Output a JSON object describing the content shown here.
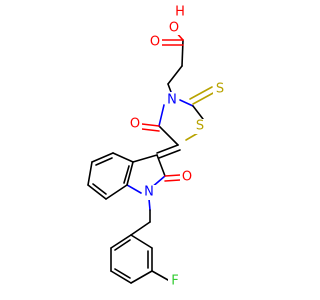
{
  "molecule": {
    "atoms": [
      {
        "symbol": "O",
        "color": "#ff0000"
      },
      {
        "symbol": "H",
        "color": "#ff0000"
      },
      {
        "symbol": "O",
        "color": "#ff0000"
      },
      {
        "symbol": "N",
        "color": "#0000ff"
      },
      {
        "symbol": "S",
        "color": "#b8a300"
      },
      {
        "symbol": "S",
        "color": "#b8a300"
      },
      {
        "symbol": "O",
        "color": "#ff0000"
      },
      {
        "symbol": "O",
        "color": "#ff0000"
      },
      {
        "symbol": "N",
        "color": "#0000ff"
      },
      {
        "symbol": "F",
        "color": "#33cc33"
      }
    ]
  }
}
